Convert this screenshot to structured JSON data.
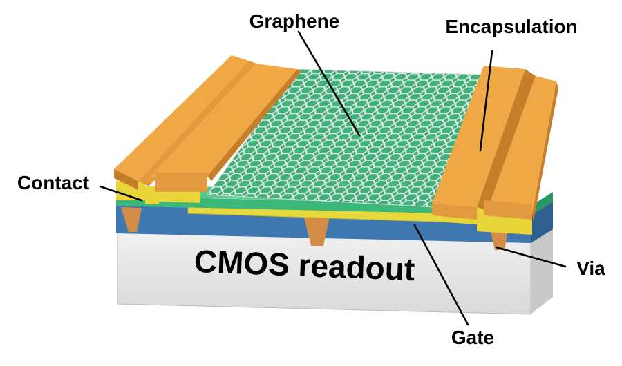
{
  "labels": {
    "graphene": "Graphene",
    "encapsulation": "Encapsulation",
    "contact": "Contact",
    "via": "Via",
    "gate": "Gate",
    "cmos": "CMOS readout"
  },
  "colors": {
    "cmos_front": "#e6e6e6",
    "cmos_side": "#c9c9c9",
    "dielectric_front": "#3f78b0",
    "dielectric_top": "#5b93c6",
    "green_layer": "#3bb87a",
    "green_top": "#55c98f",
    "contact_yellow": "#e8d53a",
    "encapsulation_front": "#e39a3f",
    "encapsulation_top": "#f0a847",
    "encapsulation_shade": "#c57f2a",
    "via": "#d48d46",
    "gate_yellow": "#e6d93d",
    "hex_stroke": "#e8e8e8",
    "hex_fill": "#41b07a"
  }
}
